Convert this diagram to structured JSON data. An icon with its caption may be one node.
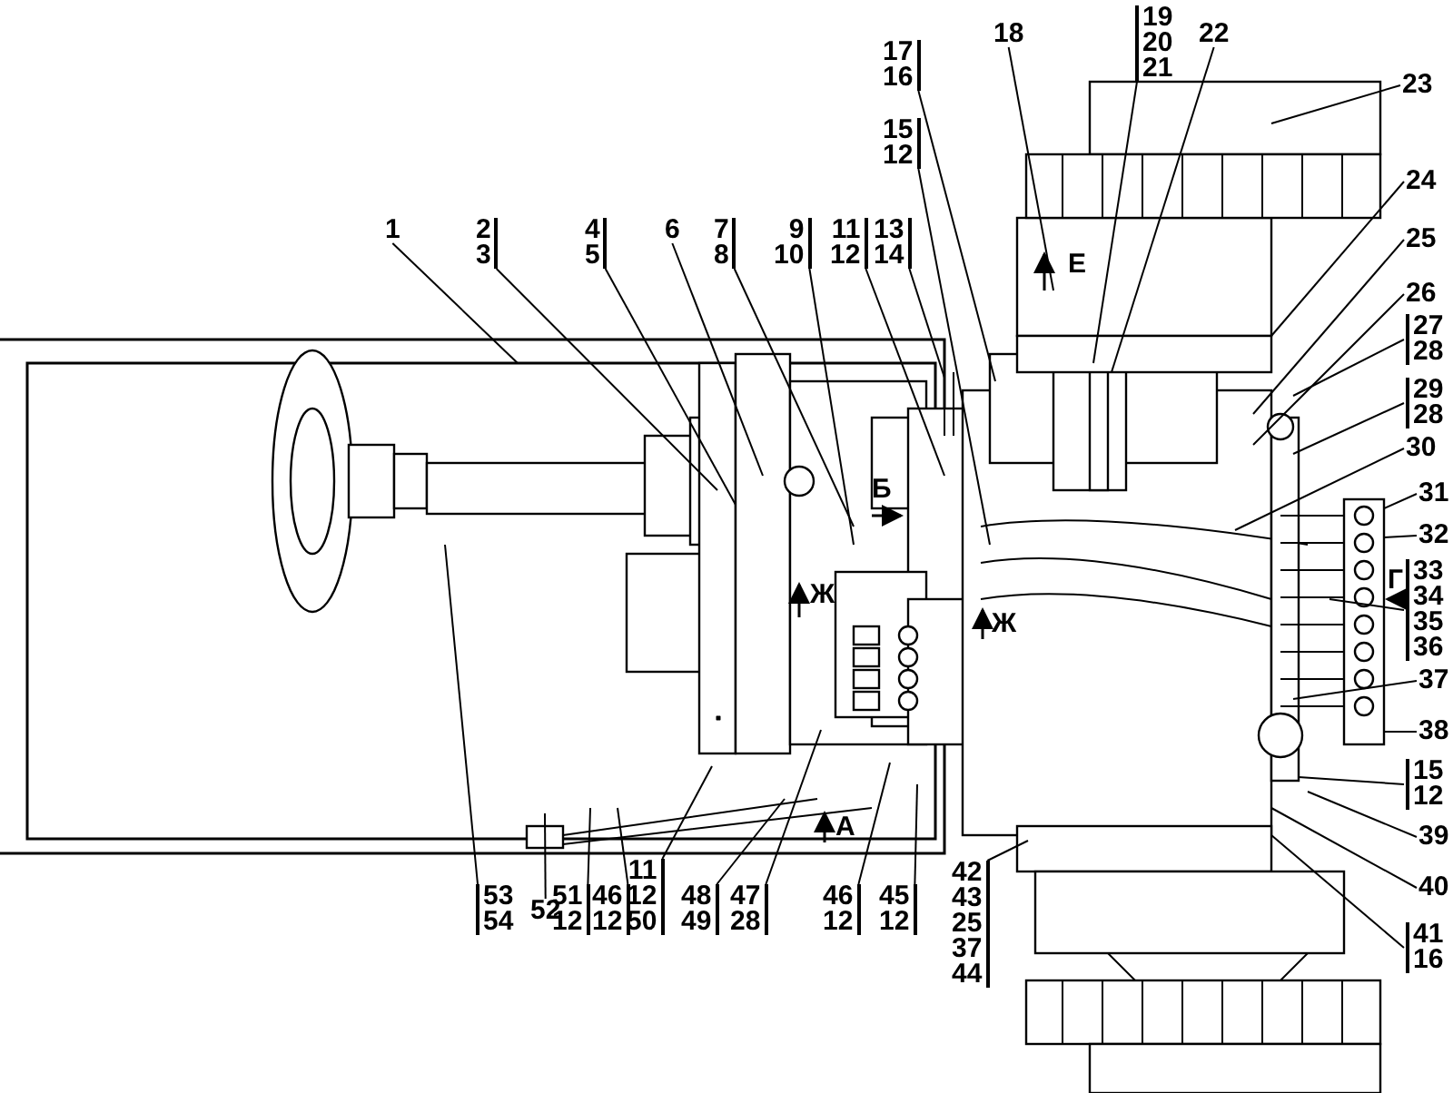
{
  "diagram": {
    "nodes": [
      {
        "text": [
          "1"
        ]
      },
      {
        "text": [
          "2",
          "3"
        ]
      },
      {
        "text": [
          "4",
          "5"
        ]
      },
      {
        "text": [
          "6"
        ]
      },
      {
        "text": [
          "7",
          "8"
        ]
      },
      {
        "text": [
          "9",
          "10"
        ]
      },
      {
        "text": [
          "11",
          "12"
        ]
      },
      {
        "text": [
          "13",
          "14"
        ]
      },
      {
        "text": [
          "17",
          "16"
        ]
      },
      {
        "text": [
          "15",
          "12"
        ]
      },
      {
        "text": [
          "18"
        ]
      },
      {
        "text": [
          "19",
          "20",
          "21"
        ]
      },
      {
        "text": [
          "22"
        ]
      },
      {
        "text": [
          "23"
        ]
      },
      {
        "text": [
          "24"
        ]
      },
      {
        "text": [
          "25"
        ]
      },
      {
        "text": [
          "26"
        ]
      },
      {
        "text": [
          "27",
          "28"
        ]
      },
      {
        "text": [
          "29",
          "28"
        ]
      },
      {
        "text": [
          "30"
        ]
      },
      {
        "text": [
          "31"
        ]
      },
      {
        "text": [
          "32"
        ]
      },
      {
        "text": [
          "33",
          "34",
          "35",
          "36"
        ]
      },
      {
        "text": [
          "37"
        ]
      },
      {
        "text": [
          "38"
        ]
      },
      {
        "text": [
          "15",
          "12"
        ]
      },
      {
        "text": [
          "39"
        ]
      },
      {
        "text": [
          "40"
        ]
      },
      {
        "text": [
          "41",
          "16"
        ]
      },
      {
        "text": [
          "53",
          "54"
        ]
      },
      {
        "text": [
          "52"
        ]
      },
      {
        "text": [
          "51",
          "12"
        ]
      },
      {
        "text": [
          "46",
          "12"
        ]
      },
      {
        "text": [
          "11",
          "12",
          "50"
        ]
      },
      {
        "text": [
          "48",
          "49"
        ]
      },
      {
        "text": [
          "47",
          "28"
        ]
      },
      {
        "text": [
          "46",
          "12"
        ]
      },
      {
        "text": [
          "45",
          "12"
        ]
      },
      {
        "text": [
          "42",
          "43",
          "25",
          "37",
          "44"
        ]
      }
    ],
    "edges": [
      {
        "from": 0,
        "to": null,
        "arrow": "none"
      },
      {
        "from": 1,
        "to": null,
        "arrow": "none"
      },
      {
        "from": 2,
        "to": null,
        "arrow": "none"
      },
      {
        "from": 3,
        "to": null,
        "arrow": "none"
      },
      {
        "from": 4,
        "to": null,
        "arrow": "none"
      },
      {
        "from": 5,
        "to": null,
        "arrow": "none"
      },
      {
        "from": 6,
        "to": null,
        "arrow": "none"
      },
      {
        "from": 7,
        "to": null,
        "arrow": "none"
      },
      {
        "from": 8,
        "to": null,
        "arrow": "none"
      },
      {
        "from": 9,
        "to": null,
        "arrow": "none"
      },
      {
        "from": 10,
        "to": null,
        "arrow": "none"
      },
      {
        "from": 11,
        "to": null,
        "arrow": "none"
      },
      {
        "from": 12,
        "to": null,
        "arrow": "none"
      },
      {
        "from": 13,
        "to": null,
        "arrow": "none"
      },
      {
        "from": 14,
        "to": null,
        "arrow": "none"
      },
      {
        "from": 15,
        "to": null,
        "arrow": "none"
      },
      {
        "from": 16,
        "to": null,
        "arrow": "none"
      },
      {
        "from": 17,
        "to": null,
        "arrow": "none"
      },
      {
        "from": 18,
        "to": null,
        "arrow": "none"
      },
      {
        "from": 19,
        "to": null,
        "arrow": "none"
      },
      {
        "from": 20,
        "to": null,
        "arrow": "none"
      },
      {
        "from": 21,
        "to": null,
        "arrow": "none"
      },
      {
        "from": 22,
        "to": null,
        "arrow": "none"
      },
      {
        "from": 23,
        "to": null,
        "arrow": "none"
      },
      {
        "from": 24,
        "to": null,
        "arrow": "none"
      },
      {
        "from": 25,
        "to": null,
        "arrow": "none"
      },
      {
        "from": 26,
        "to": null,
        "arrow": "none"
      },
      {
        "from": 27,
        "to": null,
        "arrow": "none"
      },
      {
        "from": 28,
        "to": null,
        "arrow": "none"
      },
      {
        "from": 29,
        "to": null,
        "arrow": "none"
      },
      {
        "from": 30,
        "to": null,
        "arrow": "none"
      },
      {
        "from": 31,
        "to": null,
        "arrow": "none"
      },
      {
        "from": 32,
        "to": null,
        "arrow": "none"
      },
      {
        "from": 33,
        "to": null,
        "arrow": "none"
      },
      {
        "from": 34,
        "to": null,
        "arrow": "none"
      },
      {
        "from": 35,
        "to": null,
        "arrow": "none"
      },
      {
        "from": 36,
        "to": null,
        "arrow": "none"
      },
      {
        "from": 37,
        "to": null,
        "arrow": "none"
      },
      {
        "from": 38,
        "to": null,
        "arrow": "none"
      }
    ],
    "labels": [
      "Е",
      "Б",
      "Г",
      "Ж",
      "Ж",
      "А"
    ]
  }
}
